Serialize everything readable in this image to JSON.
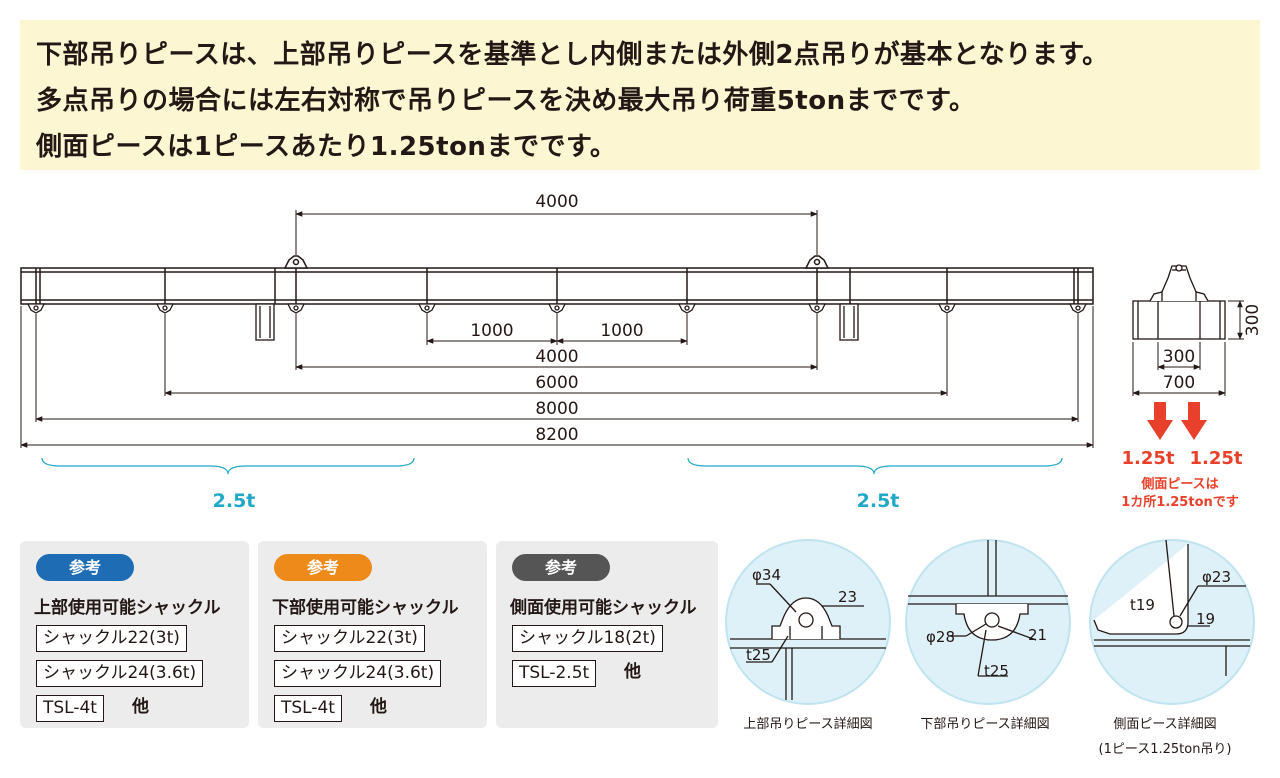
{
  "banner": {
    "lines": [
      "下部吊りピースは、上部吊りピースを基準とし内側または外側2点吊りが基本となります。",
      "多点吊りの場合には左右対称で吊りピースを決め最大吊り荷重5tonまでです。",
      "側面ピースは1ピースあたり1.25tonまでです。"
    ],
    "background": "#fdf6d2"
  },
  "front_view": {
    "top_dimension": "4000",
    "dimensions": [
      "1000",
      "1000",
      "4000",
      "6000",
      "8000",
      "8200"
    ],
    "load_left": "2.5t",
    "load_right": "2.5t",
    "load_color": "#20a8c8"
  },
  "side_view": {
    "height_dimension": "300",
    "inner_width_dimension": "300",
    "outer_width_dimension": "700",
    "load_left": "1.25t",
    "load_right": "1.25t",
    "note_line1": "側面ピースは",
    "note_line2": "1カ所1.25tonです",
    "arrow_color": "#e8402a"
  },
  "panels": [
    {
      "badge": "参考",
      "badge_color": "#1d6cb4",
      "title": "上部使用可能シャックル",
      "items": [
        "シャックル22(3t)",
        "シャックル24(3.6t)",
        "TSL-4t"
      ],
      "other": "他"
    },
    {
      "badge": "参考",
      "badge_color": "#ee8a1a",
      "title": "下部使用可能シャックル",
      "items": [
        "シャックル22(3t)",
        "シャックル24(3.6t)",
        "TSL-4t"
      ],
      "other": "他"
    },
    {
      "badge": "参考",
      "badge_color": "#555555",
      "title": "側面使用可能シャックル",
      "items": [
        "シャックル18(2t)",
        "TSL-2.5t"
      ],
      "other": "他"
    }
  ],
  "details": [
    {
      "caption": "上部吊りピース詳細図",
      "labels": [
        "φ34",
        "23",
        "t25"
      ]
    },
    {
      "caption": "下部吊りピース詳細図",
      "labels": [
        "φ28",
        "21",
        "t25"
      ]
    },
    {
      "caption": "側面ピース詳細図",
      "caption2": "(1ピース1.25ton吊り)",
      "labels": [
        "t19",
        "φ23",
        "19"
      ]
    }
  ]
}
